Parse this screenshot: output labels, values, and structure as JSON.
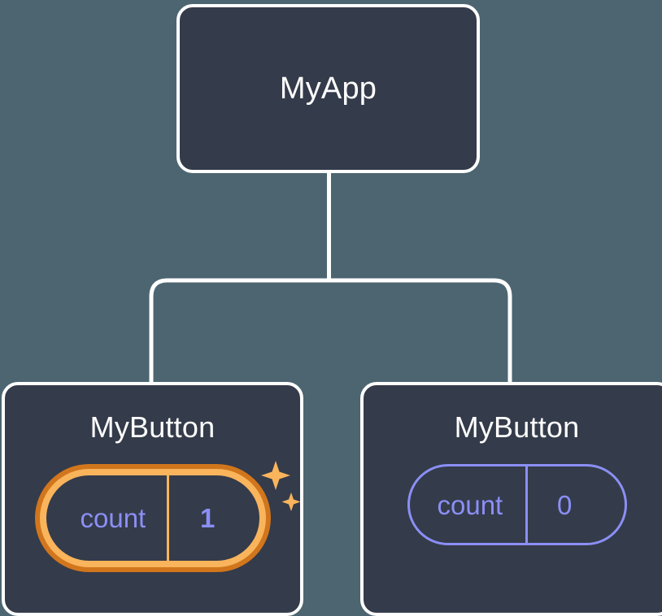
{
  "diagram": {
    "type": "react-component-tree",
    "background_color": "#4c6571",
    "node_fill": "#343b4a",
    "node_border": "#ffffff",
    "accent_highlight_outer": "#d1761c",
    "accent_highlight_inner": "#f9b45c",
    "state_color": "#8b8ff5",
    "title_color": "#ffffff",
    "sparkle_color": "#f9b45c"
  },
  "root": {
    "title": "MyApp"
  },
  "children": [
    {
      "title": "MyButton",
      "state": {
        "key": "count",
        "value": "1"
      },
      "highlighted": true,
      "sparkles": 2
    },
    {
      "title": "MyButton",
      "state": {
        "key": "count",
        "value": "0"
      },
      "highlighted": false,
      "sparkles": 0
    }
  ],
  "icons": {
    "sparkle_large": "sparkle-icon",
    "sparkle_small": "sparkle-icon"
  }
}
